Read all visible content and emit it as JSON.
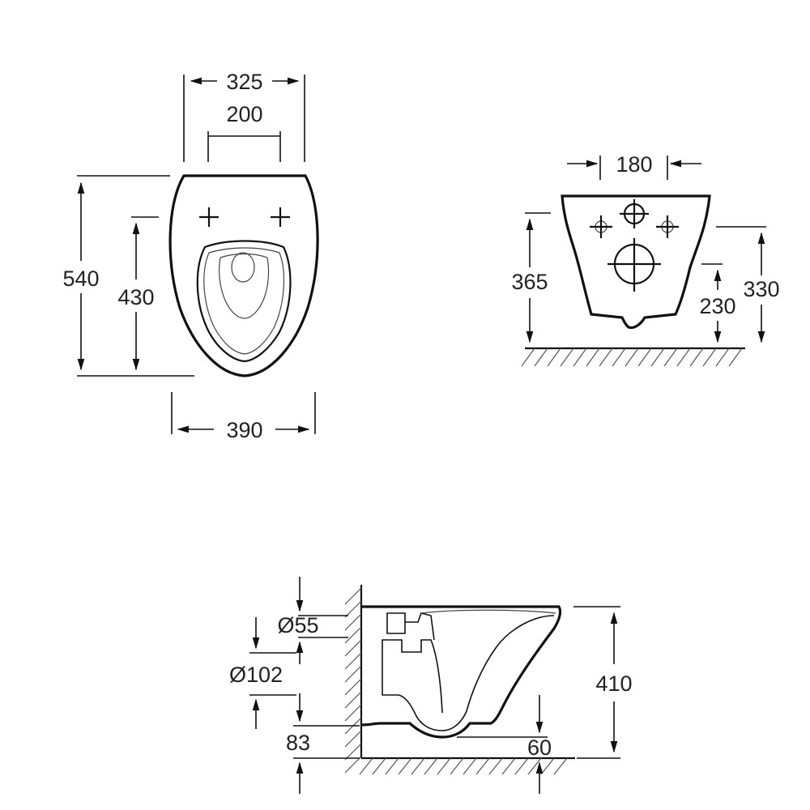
{
  "colors": {
    "line": "#111111",
    "text": "#222222",
    "background": "#ffffff"
  },
  "top_view": {
    "dim_width_top": "325",
    "dim_fixing_spacing": "200",
    "dim_length": "540",
    "dim_fixing_to_front": "430",
    "dim_width_max": "390"
  },
  "rear_view": {
    "dim_fixing_spacing": "180",
    "dim_total_height": "365",
    "dim_outlet_height": "230",
    "dim_fixing_height": "330"
  },
  "side_view": {
    "dim_outlet_diameter": "Ø55",
    "dim_inlet_diameter": "Ø102",
    "dim_inlet_height": "83",
    "dim_bottom_offset": "60",
    "dim_height": "410"
  }
}
